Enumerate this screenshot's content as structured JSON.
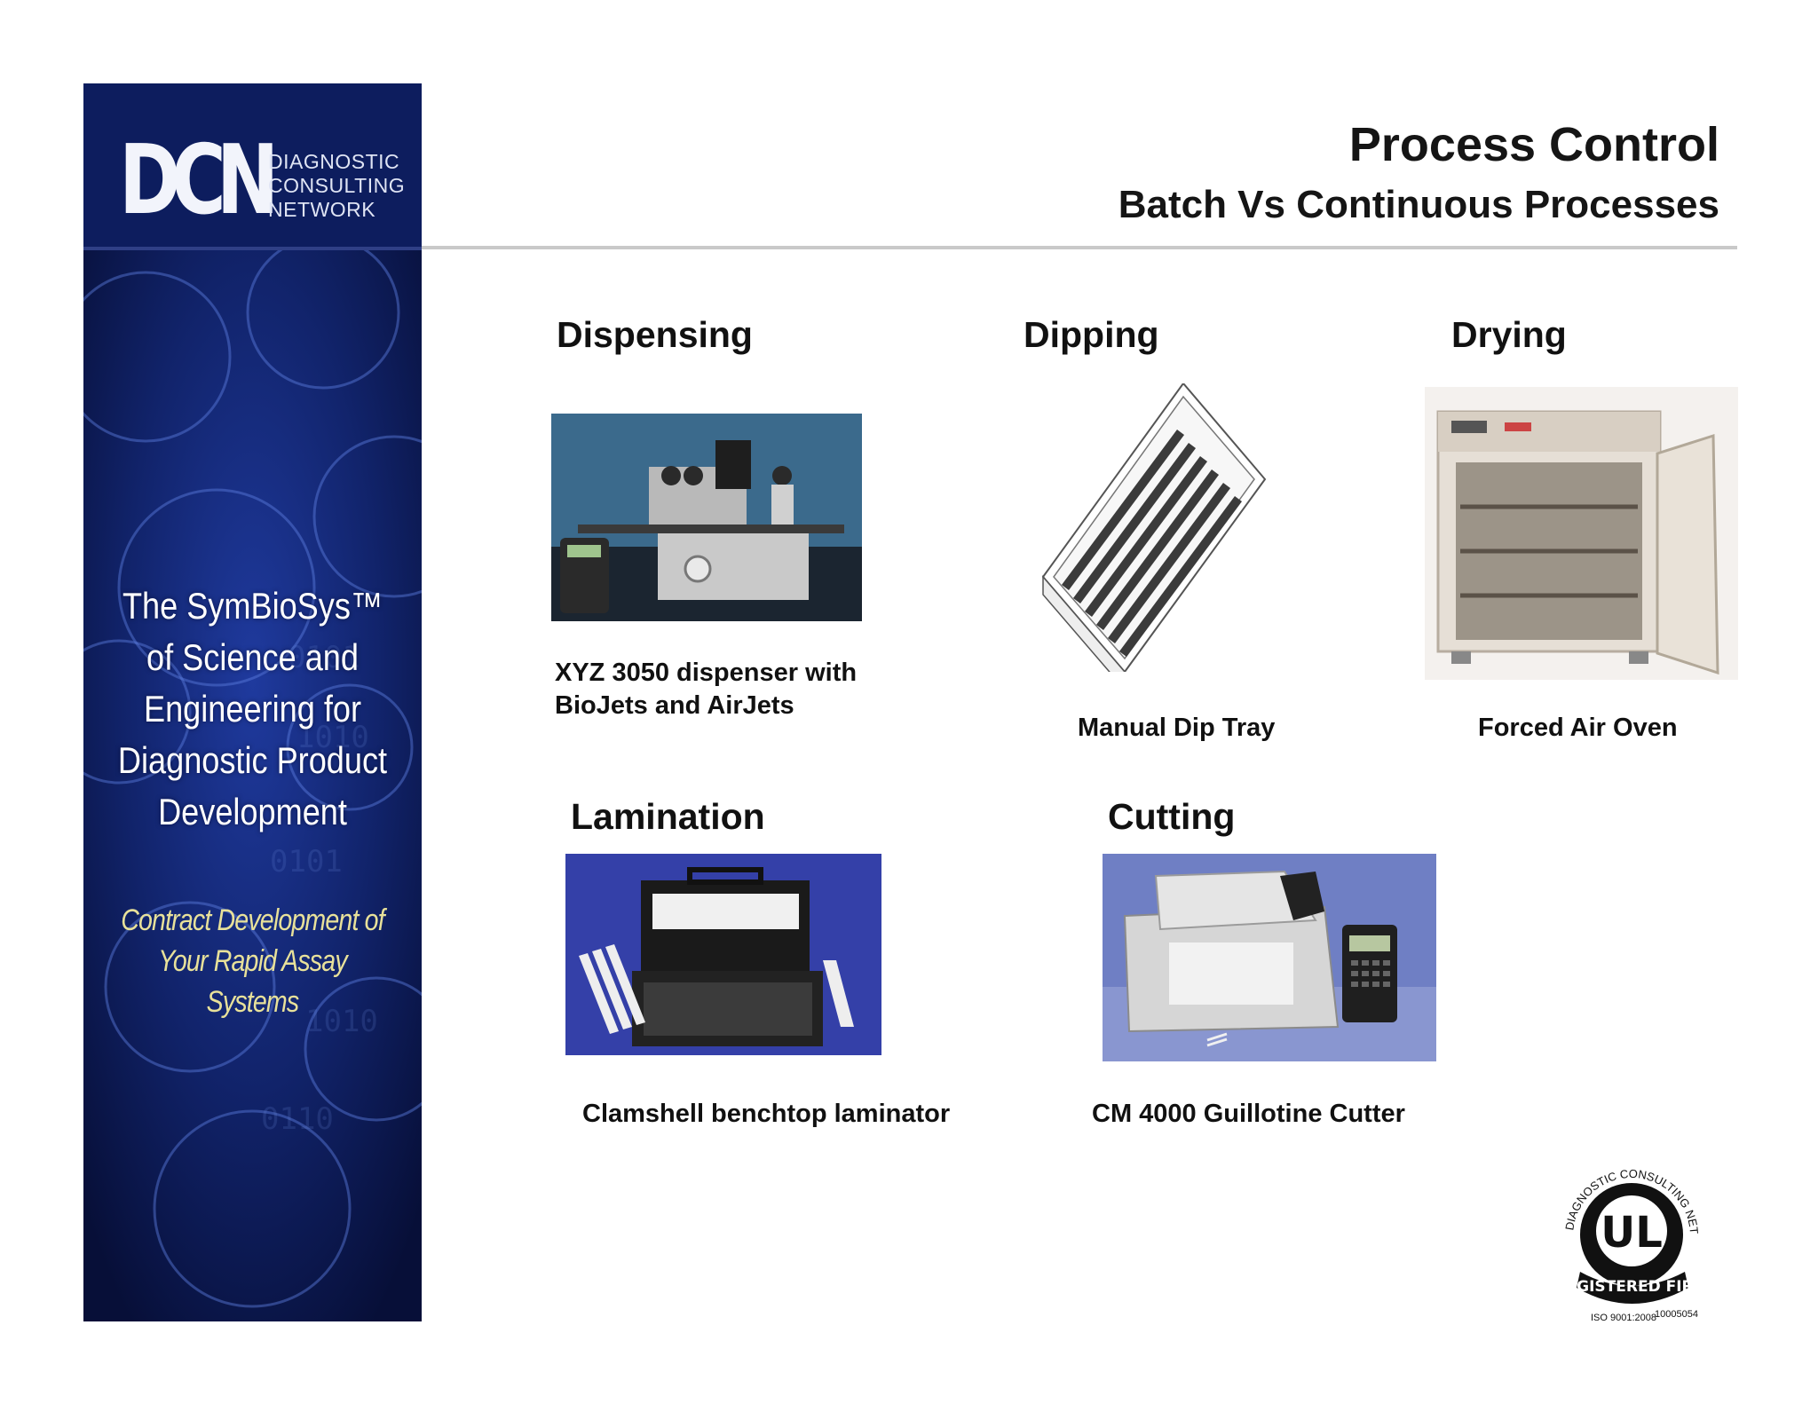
{
  "banner": {
    "logo_mark": "DCN",
    "logo_words": [
      "DIAGNOSTIC",
      "CONSULTING",
      "NETWORK"
    ],
    "tagline_lines": [
      "The SymBioSys™",
      "of Science and",
      "Engineering for",
      "Diagnostic  Product",
      "Development"
    ],
    "slogan_lines": [
      "Contract Development of",
      "Your Rapid Assay Systems"
    ],
    "colors": {
      "navy": "#0c1648",
      "slogan": "#e8e19a"
    }
  },
  "header": {
    "title": "Process Control",
    "subtitle": "Batch Vs Continuous Processes"
  },
  "sections": {
    "dispensing": {
      "heading": "Dispensing",
      "caption_lines": [
        "XYZ 3050 dispenser with",
        "BioJets and AirJets"
      ]
    },
    "dipping": {
      "heading": "Dipping",
      "caption": "Manual Dip Tray"
    },
    "drying": {
      "heading": "Drying",
      "caption": "Forced Air Oven"
    },
    "lamination": {
      "heading": "Lamination",
      "caption": "Clamshell benchtop laminator"
    },
    "cutting": {
      "heading": "Cutting",
      "caption": "CM 4000 Guillotine Cutter"
    }
  },
  "seal": {
    "ring_text": "DIAGNOSTIC CONSULTING NETWORK",
    "center": "UL",
    "registered": "REGISTERED FIRM",
    "iso": "ISO 9001:2008",
    "number": "10005054"
  }
}
